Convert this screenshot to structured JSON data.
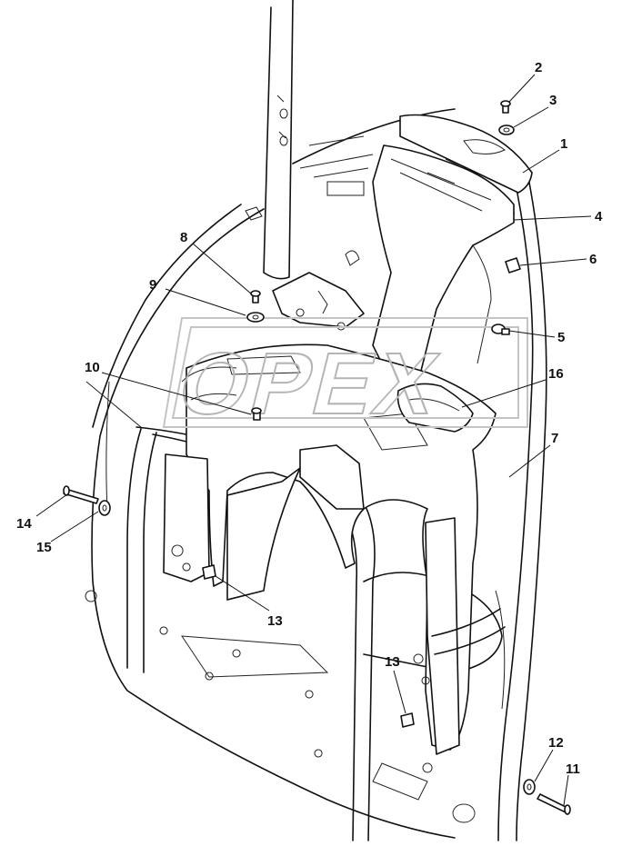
{
  "watermark": "OPEX",
  "callouts": [
    "1",
    "2",
    "3",
    "4",
    "5",
    "6",
    "7",
    "8",
    "9",
    "10",
    "11",
    "12",
    "13",
    "13",
    "14",
    "15",
    "16"
  ]
}
